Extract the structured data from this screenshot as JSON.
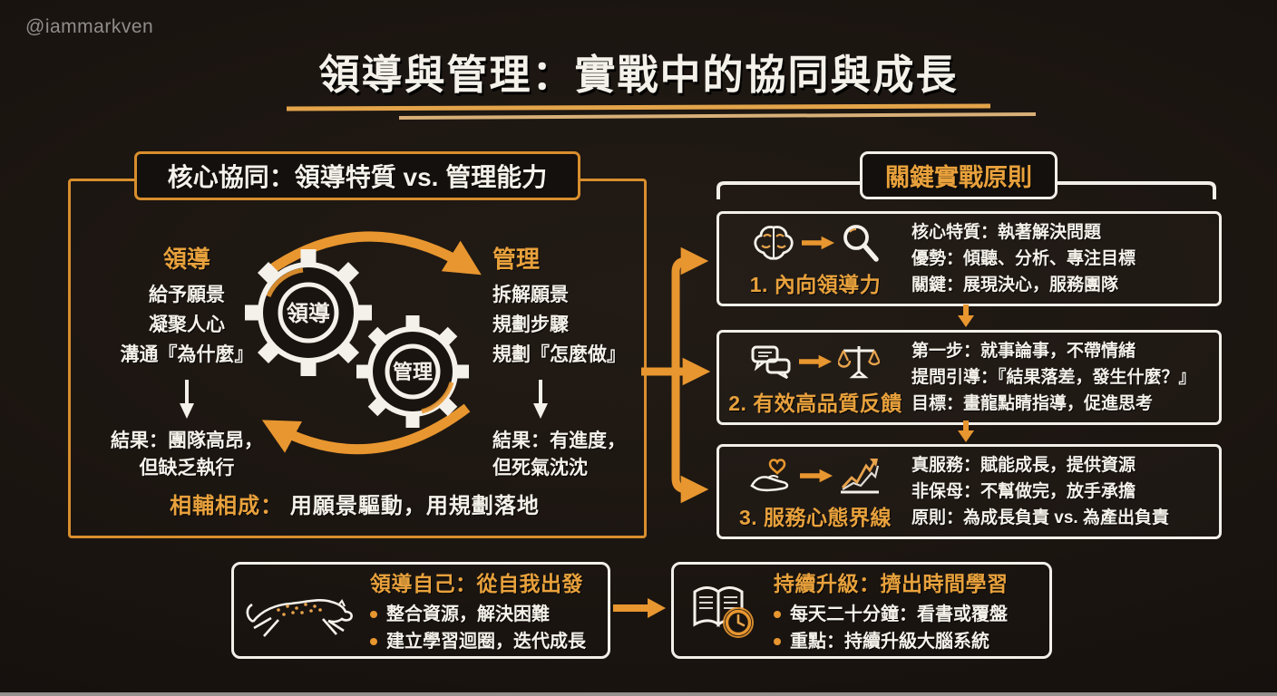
{
  "watermark": "@iammarkven",
  "title": "領導與管理：實戰中的協同與成長",
  "colors": {
    "orange": "#e8962f",
    "white": "#f4f1ea",
    "background": "#1a1410"
  },
  "core_panel": {
    "header": "核心協同：領導特質 vs. 管理能力",
    "leadership": {
      "heading": "領導",
      "lines": [
        "給予願景",
        "凝聚人心",
        "溝通『為什麼』"
      ],
      "result_line1": "結果：團隊高昂，",
      "result_line2": "但缺乏執行"
    },
    "management": {
      "heading": "管理",
      "lines": [
        "拆解願景",
        "規劃步驟",
        "規劃『怎麼做』"
      ],
      "result_line1": "結果：有進度，",
      "result_line2": "但死氣沈沈"
    },
    "gear_left_label": "領導",
    "gear_right_label": "管理",
    "caption_label": "相輔相成：",
    "caption_text": "用願景驅動，用規劃落地"
  },
  "principles_panel": {
    "header": "關鍵實戰原則",
    "cards": [
      {
        "label": "1. 內向領導力",
        "icons": [
          "brain-icon",
          "magnifier-icon"
        ],
        "lines": [
          "核心特質：執著解決問題",
          "優勢：傾聽、分析、專注目標",
          "關鍵：展現決心，服務團隊"
        ]
      },
      {
        "label": "2. 有效高品質反饋",
        "icons": [
          "chat-bubbles-icon",
          "balance-scale-icon"
        ],
        "lines": [
          "第一步：就事論事，不帶情緒",
          "提問引導：『結果落差，發生什麼？』",
          "目標：畫龍點睛指導，促進思考"
        ]
      },
      {
        "label": "3. 服務心態界線",
        "icons": [
          "hand-heart-icon",
          "growth-chart-icon"
        ],
        "lines": [
          "真服務：賦能成長，提供資源",
          "非保母：不幫做完，放手承擔",
          "原則：為成長負責 vs. 為產出負責"
        ]
      }
    ]
  },
  "bottom_left": {
    "icon": "cheetah-icon",
    "title": "領導自己：從自我出發",
    "bullets": [
      "整合資源，解決困難",
      "建立學習迴圈，迭代成長"
    ]
  },
  "bottom_right": {
    "icon": "book-clock-icon",
    "title": "持續升級：擠出時間學習",
    "bullets": [
      "每天二十分鐘：看書或覆盤",
      "重點：持續升級大腦系統"
    ]
  }
}
